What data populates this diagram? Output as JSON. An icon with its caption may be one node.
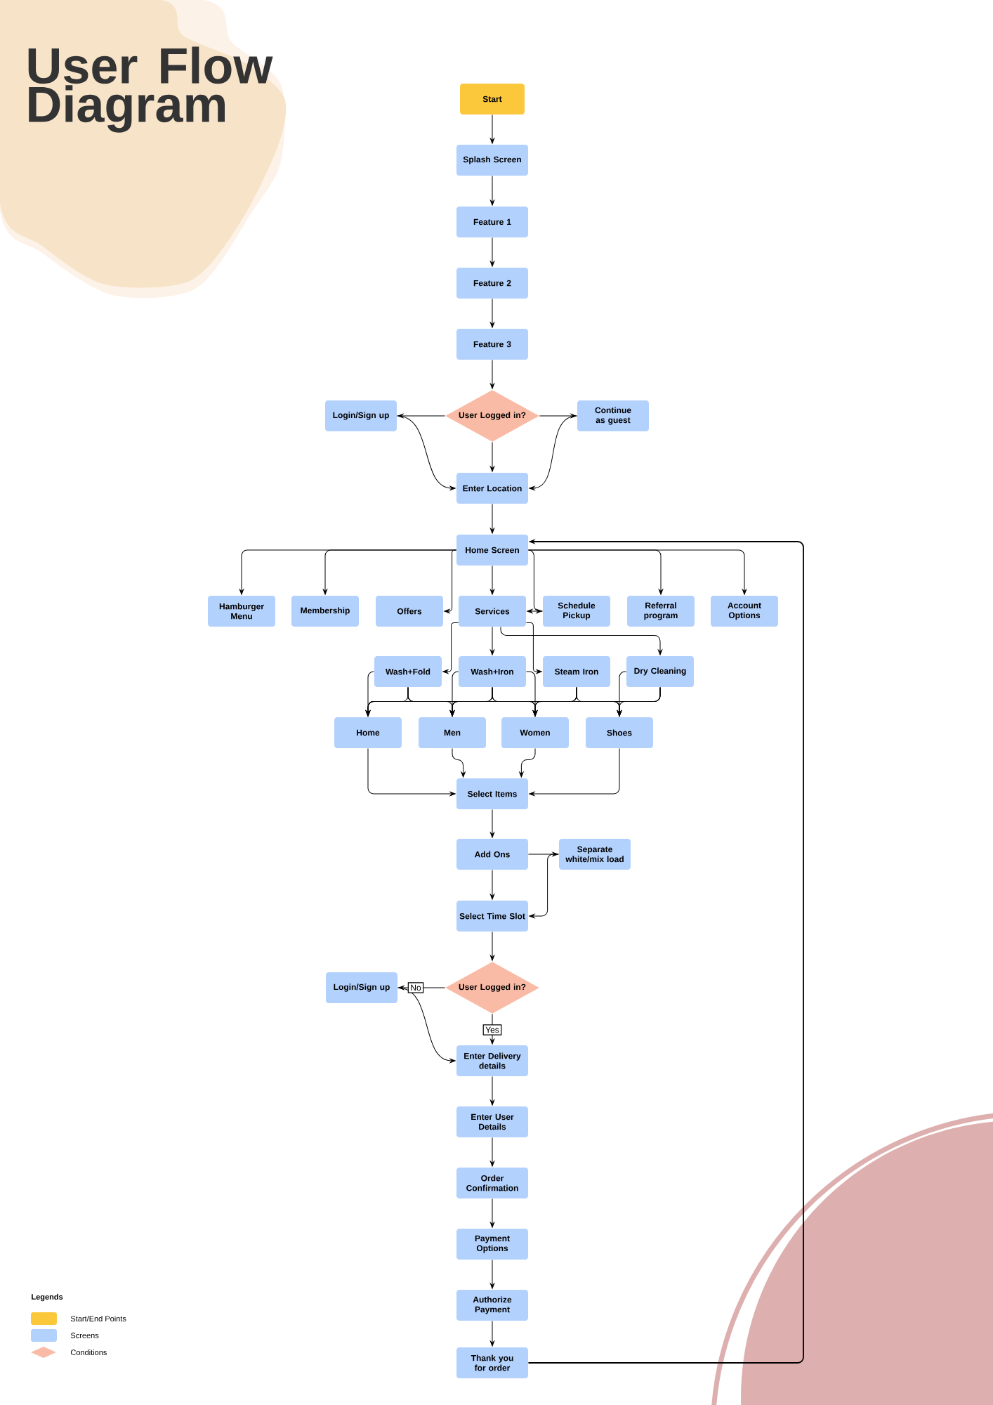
{
  "diagram": {
    "title": "User Flow Diagram",
    "nodes": [
      {
        "text": [
          "Start"
        ]
      },
      {
        "text": [
          "Splash Screen"
        ]
      },
      {
        "text": [
          "Feature 1"
        ]
      },
      {
        "text": [
          "Feature 2"
        ]
      },
      {
        "text": [
          "Feature 3"
        ]
      },
      {
        "text": [
          "User Logged in?"
        ]
      },
      {
        "text": [
          "Login/Sign up"
        ]
      },
      {
        "text": [
          "Continue as guest"
        ]
      },
      {
        "text": [
          "Enter Location"
        ]
      },
      {
        "text": [
          "Home Screen"
        ]
      },
      {
        "text": [
          "Hamburger Menu"
        ]
      },
      {
        "text": [
          "Membership"
        ]
      },
      {
        "text": [
          "Offers"
        ]
      },
      {
        "text": [
          "Services"
        ]
      },
      {
        "text": [
          "Schedule Pickup"
        ]
      },
      {
        "text": [
          "Referral program"
        ]
      },
      {
        "text": [
          "Account Options"
        ]
      },
      {
        "text": [
          "Wash+Fold"
        ]
      },
      {
        "text": [
          "Wash+Iron"
        ]
      },
      {
        "text": [
          "Steam Iron"
        ]
      },
      {
        "text": [
          "Dry Cleaning"
        ]
      },
      {
        "text": [
          "Home"
        ]
      },
      {
        "text": [
          "Men"
        ]
      },
      {
        "text": [
          "Women"
        ]
      },
      {
        "text": [
          "Shoes"
        ]
      },
      {
        "text": [
          "Select Items"
        ]
      },
      {
        "text": [
          "Add Ons"
        ]
      },
      {
        "text": [
          "Separate white/mix load"
        ]
      },
      {
        "text": [
          "Select Time Slot"
        ]
      },
      {
        "text": [
          "User Logged in?"
        ]
      },
      {
        "text": [
          "Login/Sign up"
        ]
      },
      {
        "text": [
          "Enter Delivery details"
        ]
      },
      {
        "text": [
          "Enter User Details"
        ]
      },
      {
        "text": [
          "Order Confirmation"
        ]
      },
      {
        "text": [
          "Payment Options"
        ]
      },
      {
        "text": [
          "Authorize Payment"
        ]
      },
      {
        "text": [
          "Thank you for order"
        ]
      }
    ],
    "edges": [
      {
        "from": 0,
        "to": 1,
        "arrow": "to"
      },
      {
        "from": 1,
        "to": 2,
        "arrow": "to"
      },
      {
        "from": 2,
        "to": 3,
        "arrow": "to"
      },
      {
        "from": 3,
        "to": 4,
        "arrow": "to"
      },
      {
        "from": 4,
        "to": 5,
        "arrow": "to"
      },
      {
        "from": 5,
        "to": 6,
        "arrow": "to"
      },
      {
        "from": 5,
        "to": 7,
        "arrow": "to"
      },
      {
        "from": 5,
        "to": 8,
        "arrow": "to"
      },
      {
        "from": 6,
        "to": 8,
        "arrow": "to"
      },
      {
        "from": 7,
        "to": 8,
        "arrow": "to"
      },
      {
        "from": 8,
        "to": 9,
        "arrow": "to"
      },
      {
        "from": 9,
        "to": 10,
        "arrow": "to"
      },
      {
        "from": 9,
        "to": 11,
        "arrow": "to"
      },
      {
        "from": 9,
        "to": 12,
        "arrow": "to"
      },
      {
        "from": 9,
        "to": 13,
        "arrow": "to"
      },
      {
        "from": 9,
        "to": 14,
        "arrow": "to"
      },
      {
        "from": 9,
        "to": 15,
        "arrow": "to"
      },
      {
        "from": 9,
        "to": 16,
        "arrow": "to"
      },
      {
        "from": 14,
        "to": 13,
        "arrow": "to"
      },
      {
        "from": 13,
        "to": 17,
        "arrow": "to"
      },
      {
        "from": 13,
        "to": 18,
        "arrow": "to"
      },
      {
        "from": 13,
        "to": 19,
        "arrow": "to"
      },
      {
        "from": 13,
        "to": 20,
        "arrow": "to"
      },
      {
        "from": 17,
        "to": 21,
        "arrow": "to"
      },
      {
        "from": 18,
        "to": 22,
        "arrow": "to"
      },
      {
        "from": 18,
        "to": 23,
        "arrow": "to"
      },
      {
        "from": 20,
        "to": 24,
        "arrow": "to"
      },
      {
        "from": 17,
        "to": 21,
        "arrow": "to"
      },
      {
        "from": 17,
        "to": 22,
        "arrow": "to"
      },
      {
        "from": 17,
        "to": 23,
        "arrow": "to"
      },
      {
        "from": 17,
        "to": 24,
        "arrow": "to"
      },
      {
        "from": 18,
        "to": 21,
        "arrow": "to"
      },
      {
        "from": 18,
        "to": 22,
        "arrow": "to"
      },
      {
        "from": 18,
        "to": 23,
        "arrow": "to"
      },
      {
        "from": 18,
        "to": 24,
        "arrow": "to"
      },
      {
        "from": 19,
        "to": 21,
        "arrow": "to"
      },
      {
        "from": 19,
        "to": 22,
        "arrow": "to"
      },
      {
        "from": 19,
        "to": 23,
        "arrow": "to"
      },
      {
        "from": 19,
        "to": 24,
        "arrow": "to"
      },
      {
        "from": 20,
        "to": 21,
        "arrow": "to"
      },
      {
        "from": 20,
        "to": 22,
        "arrow": "to"
      },
      {
        "from": 20,
        "to": 23,
        "arrow": "to"
      },
      {
        "from": 20,
        "to": 24,
        "arrow": "to"
      },
      {
        "from": 21,
        "to": 25,
        "arrow": "to"
      },
      {
        "from": 22,
        "to": 25,
        "arrow": "to"
      },
      {
        "from": 23,
        "to": 25,
        "arrow": "to"
      },
      {
        "from": 24,
        "to": 25,
        "arrow": "to"
      },
      {
        "from": 25,
        "to": 26,
        "arrow": "to"
      },
      {
        "from": 26,
        "to": 27,
        "arrow": "to"
      },
      {
        "from": 26,
        "to": 28,
        "arrow": "to"
      },
      {
        "from": 27,
        "to": 28,
        "arrow": "to"
      },
      {
        "from": 28,
        "to": 29,
        "arrow": "to"
      },
      {
        "from": 29,
        "to": 30,
        "arrow": "to",
        "label": "No"
      },
      {
        "from": 29,
        "to": 31,
        "arrow": "to",
        "label": "Yes"
      },
      {
        "from": 30,
        "to": 31,
        "arrow": "to"
      },
      {
        "from": 31,
        "to": 32,
        "arrow": "to"
      },
      {
        "from": 32,
        "to": 33,
        "arrow": "to"
      },
      {
        "from": 33,
        "to": 34,
        "arrow": "to"
      },
      {
        "from": 34,
        "to": 35,
        "arrow": "to"
      },
      {
        "from": 35,
        "to": 36,
        "arrow": "to"
      },
      {
        "from": 36,
        "to": 9,
        "arrow": "to"
      }
    ],
    "labels": [
      "Legends"
    ],
    "legend": [
      {
        "text": "Start/End Points",
        "color": "#fbc83c"
      },
      {
        "text": "Screens",
        "color": "#b3d1fd"
      },
      {
        "text": "Conditions",
        "color": "#f9bba5"
      }
    ]
  }
}
